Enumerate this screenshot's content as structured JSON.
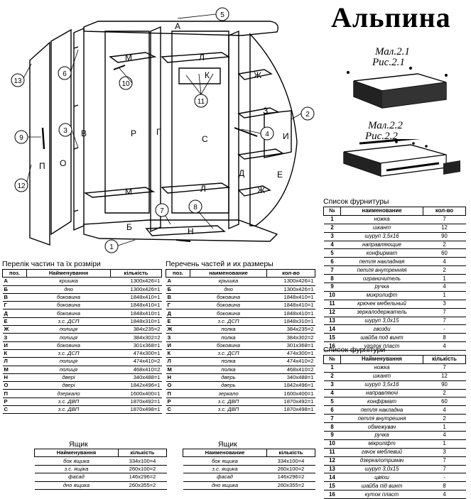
{
  "title": "Альпина",
  "figure1_caption": [
    "Мал.2.1",
    "Рис.2.1"
  ],
  "figure2_caption": [
    "Мал.2.2",
    "Рис.2.2"
  ],
  "diagram": {
    "part_letters": [
      "А",
      "Б",
      "В",
      "Г",
      "Д",
      "Е",
      "Ж",
      "З",
      "И",
      "К",
      "Л",
      "М",
      "Н",
      "О",
      "П",
      "Р",
      "С"
    ],
    "callouts": [
      "1",
      "2",
      "3",
      "4",
      "5",
      "6",
      "7",
      "8",
      "9",
      "10",
      "11",
      "12",
      "13"
    ]
  },
  "parts_ua": {
    "title": "Перелік частин та їх розміри",
    "headers": [
      "поз.",
      "Найменування",
      "кількість"
    ],
    "rows": [
      [
        "А",
        "кришка",
        "1300х426=1"
      ],
      [
        "Б",
        "дно",
        "1300х426=1"
      ],
      [
        "В",
        "боковина",
        "1848х410=1"
      ],
      [
        "Г",
        "боковина",
        "1848х410=1"
      ],
      [
        "Д",
        "боковина",
        "1848х410=1"
      ],
      [
        "Е",
        "з.с. ДСП",
        "1848х310=1"
      ],
      [
        "Ж",
        "полиця",
        "384х235=2"
      ],
      [
        "З",
        "полиця",
        "384х302=2"
      ],
      [
        "И",
        "боковина",
        "301х368=1"
      ],
      [
        "К",
        "з.с. ДСП",
        "474х300=1"
      ],
      [
        "Л",
        "полиця",
        "474х410=2"
      ],
      [
        "М",
        "полиця",
        "468х410=2"
      ],
      [
        "Н",
        "двері",
        "340х488=1"
      ],
      [
        "О",
        "двері",
        "1842х496=1"
      ],
      [
        "П",
        "дзеркало",
        "1600х400=1"
      ],
      [
        "Р",
        "з.с. ДВП",
        "1870х492=1"
      ],
      [
        "С",
        "з.с. ДВП",
        "1870х498=1"
      ]
    ]
  },
  "parts_ru": {
    "title": "Перечень частей и их размеры",
    "headers": [
      "поз.",
      "наименование",
      "кол-во"
    ],
    "rows": [
      [
        "А",
        "крышка",
        "1300х426=1"
      ],
      [
        "Б",
        "дно",
        "1300х426=1"
      ],
      [
        "В",
        "боковина",
        "1848х410=1"
      ],
      [
        "Г",
        "боковина",
        "1848х410=1"
      ],
      [
        "Д",
        "боковина",
        "1848х410=1"
      ],
      [
        "Е",
        "з.с. ДСП",
        "1848х310=1"
      ],
      [
        "Ж",
        "полка",
        "384х235=2"
      ],
      [
        "З",
        "полка",
        "384х302=2"
      ],
      [
        "И",
        "боковина",
        "301х368=1"
      ],
      [
        "К",
        "з.с. ДСП",
        "474х300=1"
      ],
      [
        "Л",
        "полка",
        "474х410=2"
      ],
      [
        "М",
        "полка",
        "468х410=2"
      ],
      [
        "Н",
        "дверь",
        "340х488=1"
      ],
      [
        "О",
        "дверь",
        "1842х496=1"
      ],
      [
        "П",
        "зеркало",
        "1600х400=1"
      ],
      [
        "Р",
        "з.с. ДВП",
        "1870х492=1"
      ],
      [
        "С",
        "з.с. ДВП",
        "1870х498=1"
      ]
    ]
  },
  "drawer_ua": {
    "title": "Ящик",
    "headers": [
      "Найменування",
      "кількість"
    ],
    "rows": [
      [
        "бок ящика",
        "334х100=4"
      ],
      [
        "з.с. ящіка",
        "260х100=2"
      ],
      [
        "фасад",
        "146х296=2"
      ],
      [
        "дно ящика",
        "260х355=2"
      ]
    ]
  },
  "drawer_ru": {
    "title": "Ящик",
    "headers": [
      "Наименование",
      "кількість"
    ],
    "rows": [
      [
        "бок ящика",
        "334х100=4"
      ],
      [
        "з.с. ящика",
        "260х100=2"
      ],
      [
        "фасад",
        "146х296=2"
      ],
      [
        "дно ящика",
        "260х355=2"
      ]
    ]
  },
  "hardware_ru": {
    "title": "Список фурнитуры",
    "headers": [
      "№",
      "наименование",
      "кол-во"
    ],
    "rows": [
      [
        "1",
        "ножка",
        "7"
      ],
      [
        "2",
        "шкант",
        "12"
      ],
      [
        "3",
        "шуруп 3,5х16",
        "90"
      ],
      [
        "4",
        "направляющие",
        "2"
      ],
      [
        "5",
        "конфирмат",
        "60"
      ],
      [
        "6",
        "петля накладная",
        "4"
      ],
      [
        "7",
        "петля внутренняя",
        "2"
      ],
      [
        "8",
        "ограничитель",
        "1"
      ],
      [
        "9",
        "ручка",
        "4"
      ],
      [
        "10",
        "микролифт",
        "1"
      ],
      [
        "11",
        "крючек мебельный",
        "3"
      ],
      [
        "12",
        "зеркалодержатель",
        "7"
      ],
      [
        "13",
        "шуруп 3,0х15",
        "7"
      ],
      [
        "14",
        "гвозди",
        "-"
      ],
      [
        "15",
        "шайба под винт",
        "8"
      ],
      [
        "16",
        "уголок пласт",
        "4"
      ]
    ]
  },
  "hardware_ua": {
    "title": "Список фурнітури",
    "headers": [
      "№",
      "Найменування",
      "кількість"
    ],
    "rows": [
      [
        "1",
        "ножка",
        "7"
      ],
      [
        "2",
        "шкант",
        "12"
      ],
      [
        "3",
        "шуруп 3,5х16",
        "90"
      ],
      [
        "4",
        "направляючі",
        "2"
      ],
      [
        "5",
        "конфірмат",
        "60"
      ],
      [
        "6",
        "петля накладна",
        "4"
      ],
      [
        "7",
        "петля внутрешня",
        "2"
      ],
      [
        "8",
        "обмежувач",
        "1"
      ],
      [
        "9",
        "ручка",
        "4"
      ],
      [
        "10",
        "мікроліфт",
        "1"
      ],
      [
        "11",
        "гачок меблевий",
        "3"
      ],
      [
        "12",
        "дзеркалотримач",
        "7"
      ],
      [
        "13",
        "шуруп 3,0х15",
        "7"
      ],
      [
        "14",
        "цвяхи",
        "-"
      ],
      [
        "15",
        "шайба під винт",
        "8"
      ],
      [
        "16",
        "куток пласт",
        "4"
      ]
    ]
  }
}
